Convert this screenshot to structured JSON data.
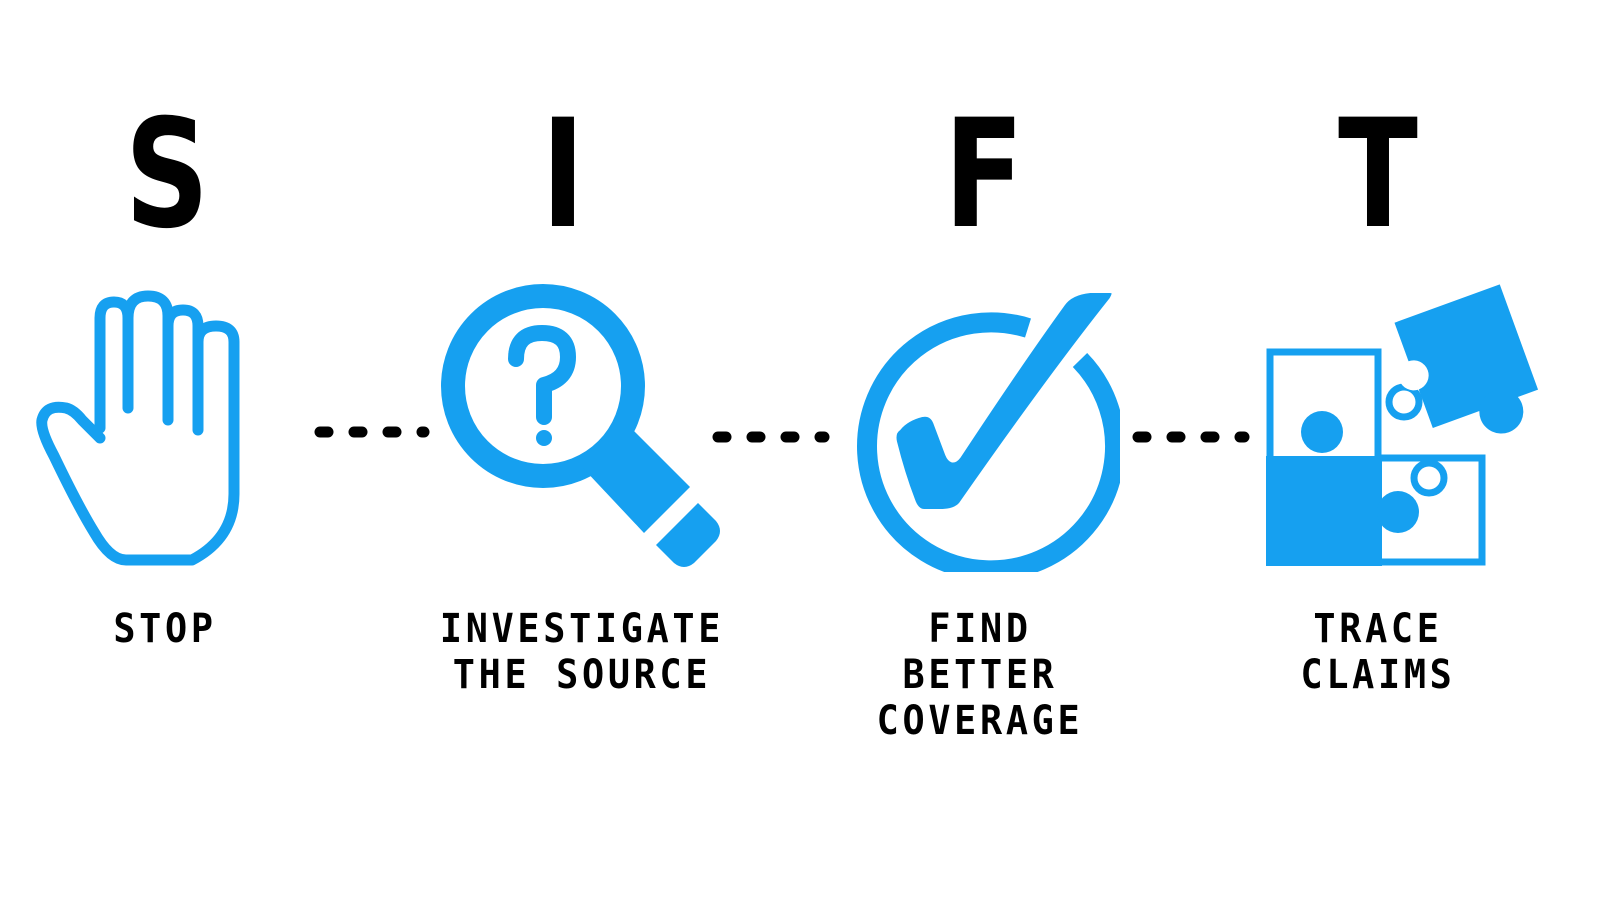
{
  "title": "SIFT",
  "accent_color": "#16a0f0",
  "steps": [
    {
      "letter": "S",
      "icon": "raised-hand-icon",
      "label_lines": [
        "STOP"
      ]
    },
    {
      "letter": "I",
      "icon": "magnifier-question-icon",
      "label_lines": [
        "INVESTIGATE",
        "THE SOURCE"
      ]
    },
    {
      "letter": "F",
      "icon": "circle-checkmark-icon",
      "label_lines": [
        "FIND",
        "BETTER",
        "COVERAGE"
      ]
    },
    {
      "letter": "T",
      "icon": "puzzle-pieces-icon",
      "label_lines": [
        "TRACE",
        "CLAIMS"
      ]
    }
  ],
  "connector": "dotted-line"
}
